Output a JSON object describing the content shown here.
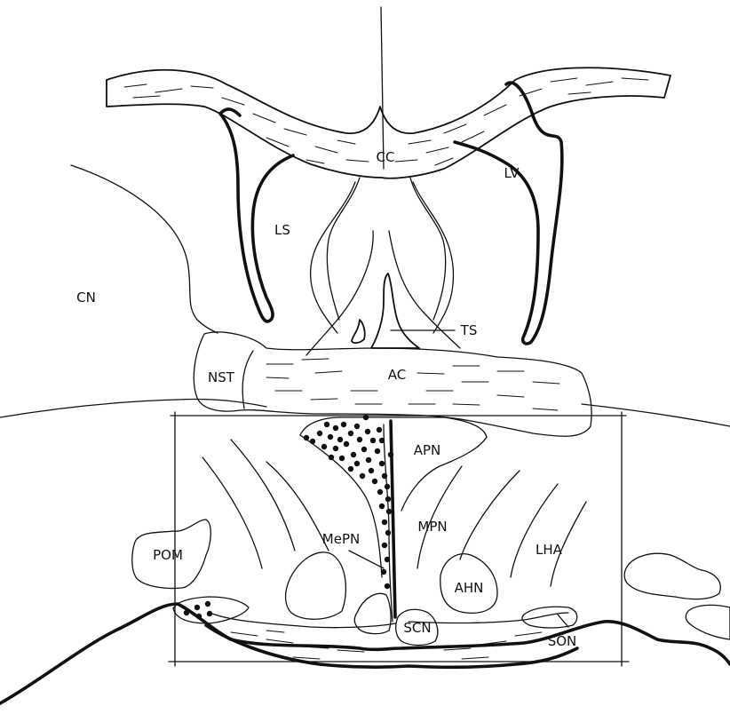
{
  "labels": {
    "cc": "CC",
    "lv": "LV",
    "ls": "LS",
    "cn": "CN",
    "ts": "TS",
    "nst": "NST",
    "ac": "AC",
    "apn": "APN",
    "mepn": "MePN",
    "mpn": "MPN",
    "pom": "POM",
    "lha": "LHA",
    "ahn": "AHN",
    "scn": "SCN",
    "son": "SON"
  },
  "colors": {
    "ink": "#111111",
    "background": "#ffffff"
  }
}
